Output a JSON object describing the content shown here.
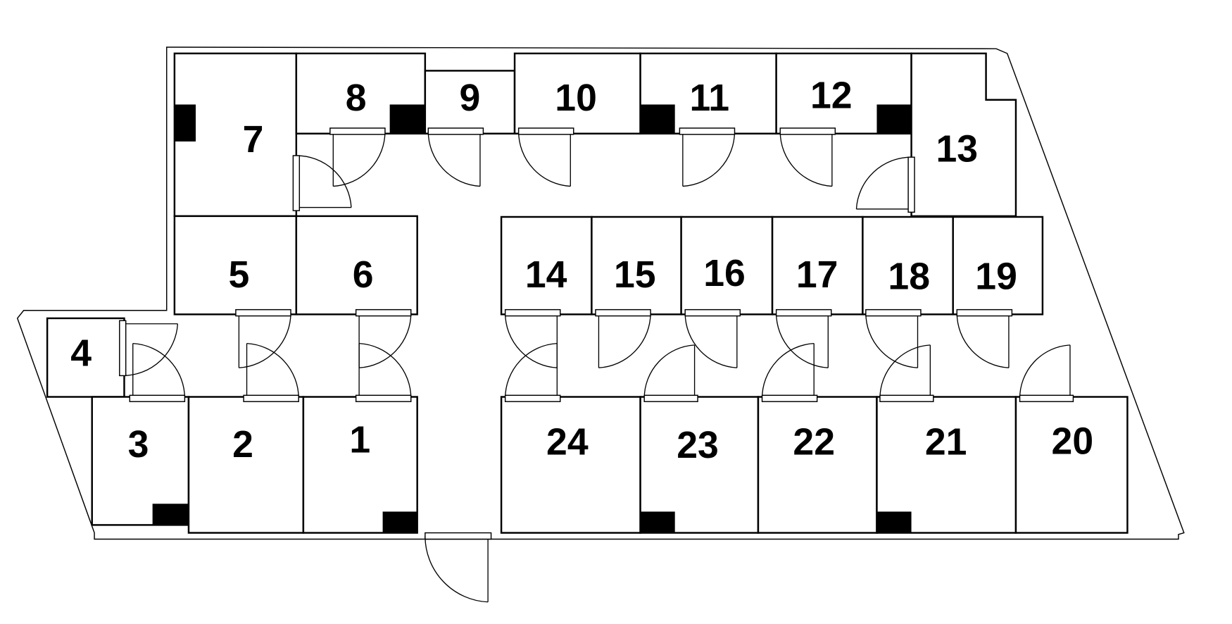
{
  "title": "Floor plan",
  "rooms": [
    "1",
    "2",
    "3",
    "4",
    "5",
    "6",
    "7",
    "8",
    "9",
    "10",
    "11",
    "12",
    "13",
    "14",
    "15",
    "16",
    "17",
    "18",
    "19",
    "20",
    "21",
    "22",
    "23",
    "24"
  ],
  "colors": {
    "line": "#000000",
    "background": "#ffffff",
    "fixture": "#000000"
  }
}
